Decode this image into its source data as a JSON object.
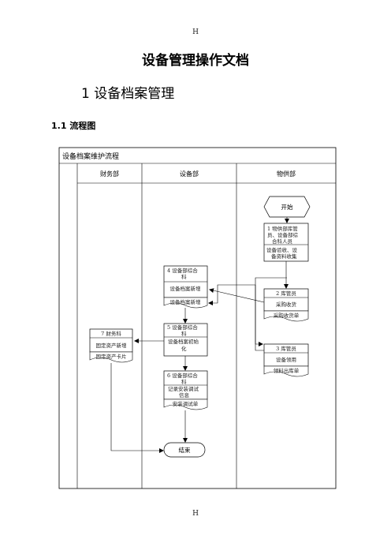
{
  "page": {
    "header_mark": "H",
    "footer_mark": "H",
    "title": "设备管理操作文档",
    "section_heading": "1 设备档案管理",
    "subsection_heading": "1.1  流程图"
  },
  "flowchart": {
    "title": "设备档案维护流程",
    "lanes": [
      "财务部",
      "设备部",
      "物供部"
    ],
    "start": "开始",
    "end": "结束",
    "steps": [
      {
        "role": "1  物供部库管员、设备部综合科人员",
        "task": "设备验收、设备资料收集",
        "doc": ""
      },
      {
        "role": "2  库管员",
        "task": "采购收货",
        "doc": "采购收货单"
      },
      {
        "role": "3  库管员",
        "task": "设备领用",
        "doc": "领料出库单"
      },
      {
        "role": "4  设备部综合科",
        "task": "设备档案新增",
        "doc": "设备档案新增"
      },
      {
        "role": "5  设备部综合科",
        "task": "设备档案初始化",
        "doc": ""
      },
      {
        "role": "6  设备部综合科",
        "task": "记录安装调试信息",
        "doc": "安装调试单"
      },
      {
        "role": "7  财务科",
        "task": "固定资产新增",
        "doc": "固定资产卡片"
      }
    ]
  }
}
